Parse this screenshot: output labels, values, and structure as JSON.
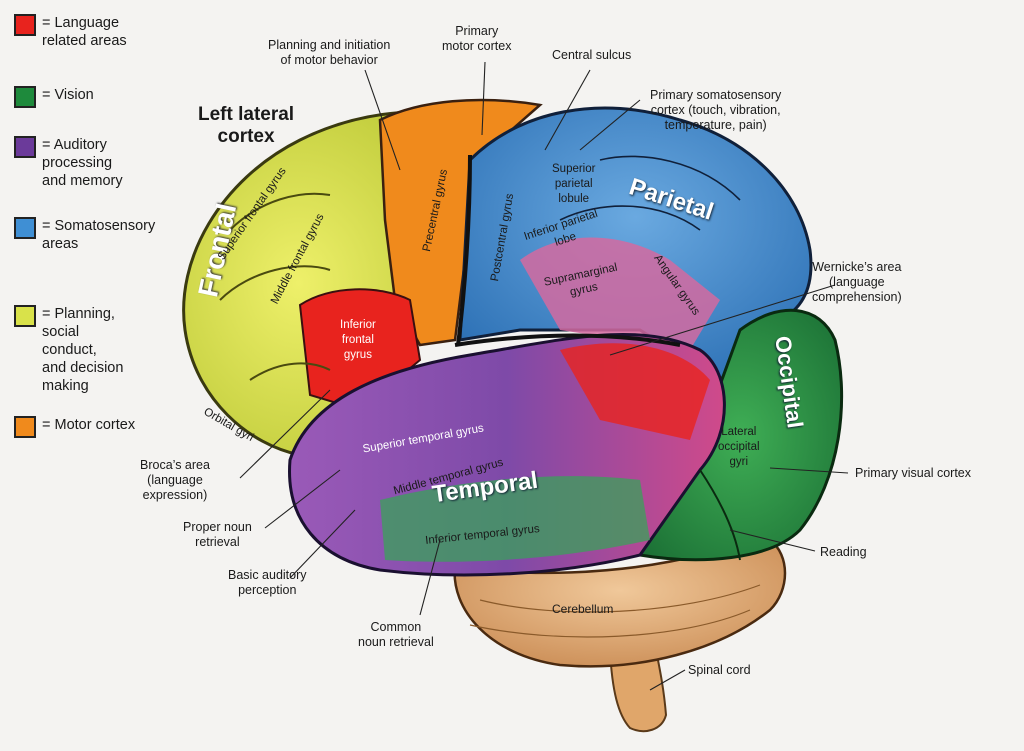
{
  "title": "Left lateral\ncortex",
  "legend": [
    {
      "label": "= Language\nrelated areas",
      "color": "#e8231e"
    },
    {
      "label": "= Vision",
      "color": "#1e8a3c"
    },
    {
      "label": "= Auditory\nprocessing\nand memory",
      "color": "#6b3a9a"
    },
    {
      "label": "= Somatosensory\nareas",
      "color": "#3f8fd4"
    },
    {
      "label": "= Planning,\nsocial\nconduct,\nand decision\nmaking",
      "color": "#d9e24a"
    },
    {
      "label": "= Motor cortex",
      "color": "#f08a1c"
    }
  ],
  "lobes": {
    "frontal": "Frontal",
    "parietal": "Parietal",
    "temporal": "Temporal",
    "occipital": "Occipital"
  },
  "regions": {
    "superior_frontal_gyrus": "Superior frontal gyrus",
    "middle_frontal_gyrus": "Middle frontal gyrus",
    "precentral_gyrus": "Precentral gyrus",
    "postcentral_gyrus": "Postcentral gyrus",
    "superior_parietal_lobule": "Superior\nparietal\nlobule",
    "inferior_parietal_lobe": "Inferior parietal\nlobe",
    "supramarginal_gyrus": "Supramarginal\ngyrus",
    "angular_gyrus": "Angular gyrus",
    "inferior_frontal_gyrus": "Inferior\nfrontal\ngyrus",
    "orbital_gyri": "Orbital gyri",
    "superior_temporal_gyrus": "Superior temporal gyrus",
    "middle_temporal_gyrus": "Middle temporal gyrus",
    "inferior_temporal_gyrus": "Inferior temporal gyrus",
    "lateral_occipital_gyri": "Lateral\noccipital\ngyri",
    "cerebellum": "Cerebellum"
  },
  "callouts": {
    "planning": "Planning and initiation\nof motor behavior",
    "primary_motor": "Primary\nmotor cortex",
    "central_sulcus": "Central sulcus",
    "primary_somatosensory": "Primary somatosensory\ncortex (touch, vibration,\ntemperature, pain)",
    "wernicke": "Wernicke’s area\n(language\ncomprehension)",
    "primary_visual": "Primary visual cortex",
    "reading": "Reading",
    "spinal_cord": "Spinal cord",
    "broca": "Broca’s area\n(language\nexpression)",
    "proper_noun": "Proper noun\nretrieval",
    "basic_auditory": "Basic auditory\nperception",
    "common_noun": "Common\nnoun retrieval"
  }
}
